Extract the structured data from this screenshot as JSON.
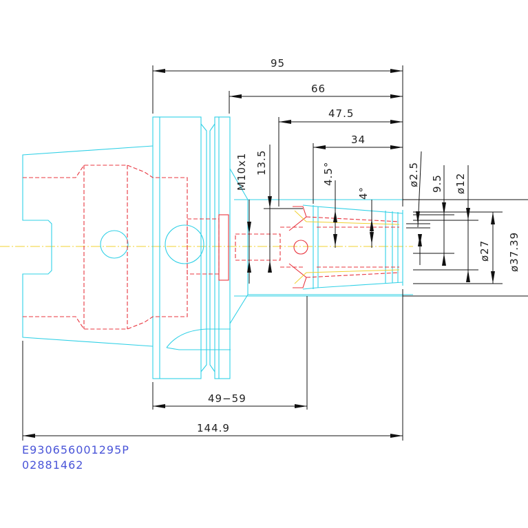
{
  "dimensions": {
    "overall_95": "95",
    "length_66": "66",
    "length_47_5": "47.5",
    "length_34": "34",
    "thread_m10": "M10x1",
    "depth_13_5": "13.5",
    "angle_4_5": "4.5°",
    "angle_4": "4°",
    "dia_2_5": "ø2.5",
    "width_9_5": "9.5",
    "dia_12": "ø12",
    "dia_27": "ø27",
    "dia_37_39": "ø37.39",
    "range_49_59": "49−59",
    "overall_144_9": "144.9"
  },
  "title_block": {
    "part_code": "E930656001295P",
    "part_number": "02881462"
  },
  "colors": {
    "outline": "#2fd0e6",
    "hidden": "#e8343e",
    "centerline": "#f0d030",
    "dimension": "#111111",
    "text_blue": "#4a55d8"
  }
}
